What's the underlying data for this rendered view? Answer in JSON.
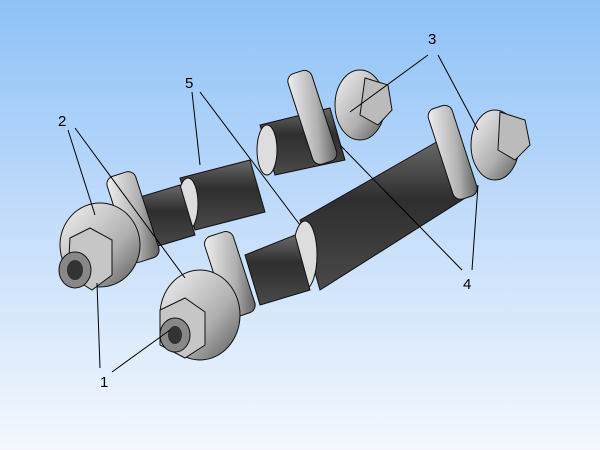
{
  "diagram": {
    "labels": [
      {
        "id": "1",
        "text": "1"
      },
      {
        "id": "2",
        "text": "2"
      },
      {
        "id": "3",
        "text": "3"
      },
      {
        "id": "4",
        "text": "4"
      },
      {
        "id": "5",
        "text": "5"
      }
    ],
    "colors": {
      "hose": "#3a3a3a",
      "metal": "#c8c8c8",
      "dark_metal": "#6a6a6a",
      "leader": "#000000"
    }
  }
}
